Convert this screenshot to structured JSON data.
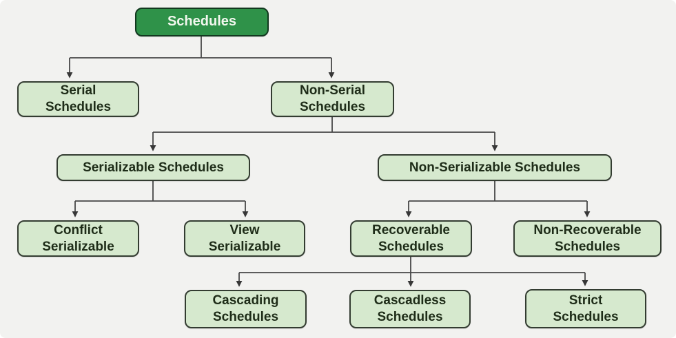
{
  "nodes": {
    "schedules": {
      "label": "Schedules"
    },
    "serial": {
      "label": "Serial\nSchedules"
    },
    "non_serial": {
      "label": "Non-Serial\nSchedules"
    },
    "serializable": {
      "label": "Serializable Schedules"
    },
    "non_serializable": {
      "label": "Non-Serializable Schedules"
    },
    "conflict_serializable": {
      "label": "Conflict\nSerializable"
    },
    "view_serializable": {
      "label": "View\nSerializable"
    },
    "recoverable": {
      "label": "Recoverable\nSchedules"
    },
    "non_recoverable": {
      "label": "Non-Recoverable\nSchedules"
    },
    "cascading": {
      "label": "Cascading\nSchedules"
    },
    "cascadless": {
      "label": "Cascadless\nSchedules"
    },
    "strict": {
      "label": "Strict\nSchedules"
    }
  },
  "edges": [
    {
      "from": "schedules",
      "to": "serial"
    },
    {
      "from": "schedules",
      "to": "non_serial"
    },
    {
      "from": "non_serial",
      "to": "serializable"
    },
    {
      "from": "non_serial",
      "to": "non_serializable"
    },
    {
      "from": "serializable",
      "to": "conflict_serializable"
    },
    {
      "from": "serializable",
      "to": "view_serializable"
    },
    {
      "from": "non_serializable",
      "to": "recoverable"
    },
    {
      "from": "non_serializable",
      "to": "non_recoverable"
    },
    {
      "from": "recoverable",
      "to": "cascading"
    },
    {
      "from": "recoverable",
      "to": "cascadless"
    },
    {
      "from": "recoverable",
      "to": "strict"
    }
  ],
  "colors": {
    "background": "#f2f2f0",
    "root_fill": "#2f9249",
    "root_border": "#12381f",
    "root_text": "#f2f7ee",
    "node_fill": "#d6e9ce",
    "node_border": "#333c31",
    "node_text": "#1e2c18",
    "connector": "#474747"
  }
}
